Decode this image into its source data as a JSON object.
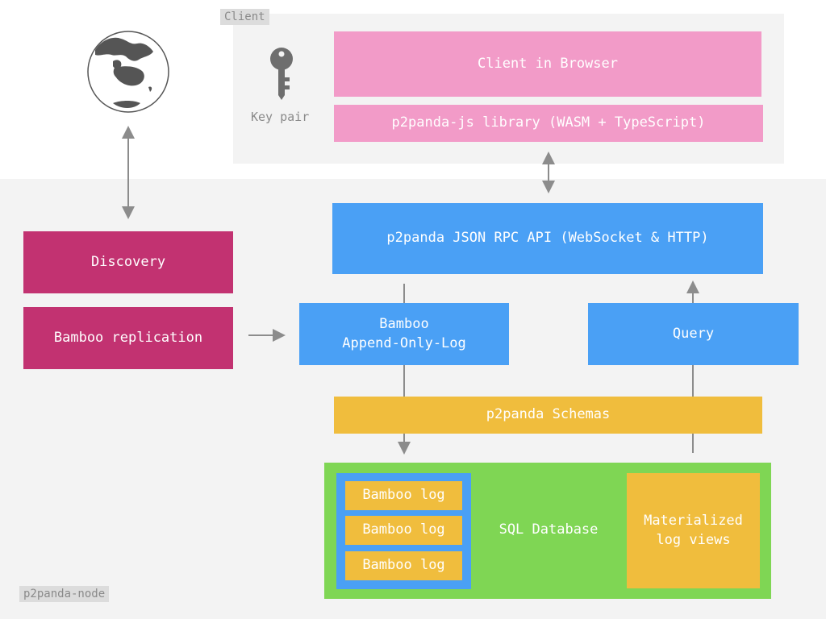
{
  "client": {
    "tag": "Client",
    "key_label": "Key pair",
    "browser_label": "Client in Browser",
    "library_label": "p2panda-js library (WASM + TypeScript)"
  },
  "node": {
    "tag": "p2panda-node",
    "discovery_label": "Discovery",
    "replication_label": "Bamboo replication",
    "rpc_label": "p2panda JSON RPC API (WebSocket & HTTP)",
    "bamboo_label_line1": "Bamboo",
    "bamboo_label_line2": "Append-Only-Log",
    "query_label": "Query",
    "schemas_label": "p2panda Schemas",
    "database": {
      "label": "SQL Database",
      "logs": [
        "Bamboo log",
        "Bamboo log",
        "Bamboo log"
      ],
      "views_line1": "Materialized",
      "views_line2": "log views"
    }
  },
  "colors": {
    "magenta": "#c23271",
    "pink": "#f29bc8",
    "blue": "#4aa0f5",
    "yellow": "#f0bd3d",
    "green": "#7fd654",
    "panel": "#f3f3f3",
    "arrow": "#8c8c8c"
  },
  "icons": [
    "globe-icon",
    "key-icon"
  ]
}
